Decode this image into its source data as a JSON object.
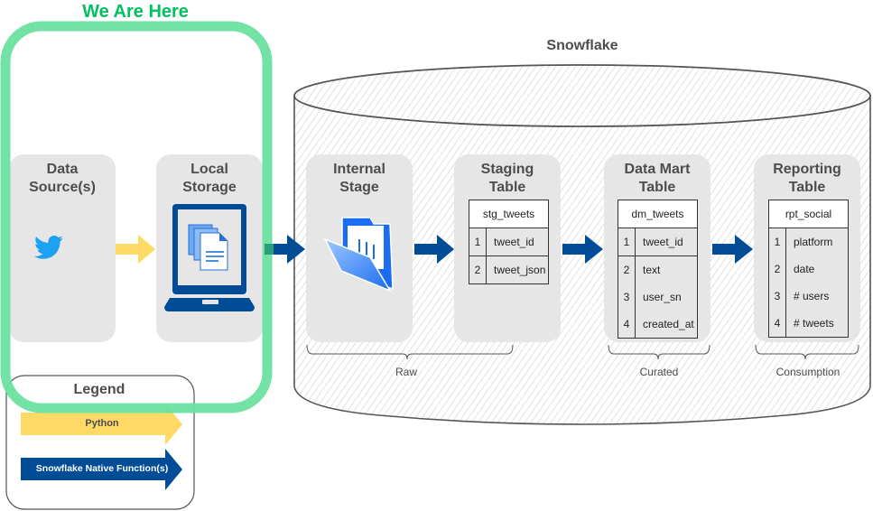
{
  "header": {
    "we_are_here": "We Are Here",
    "snowflake_title": "Snowflake"
  },
  "colors": {
    "highlight_green": "#6ae0a0",
    "highlight_text": "#00c060",
    "python_arrow": "#ffd966",
    "native_arrow": "#004c97",
    "panel_bg": "#e6e6e6",
    "twitter_blue": "#1da1f2"
  },
  "local_panels": [
    {
      "title_line1": "Data",
      "title_line2": "Source(s)",
      "icon": "twitter-bird-icon"
    },
    {
      "title_line1": "Local",
      "title_line2": "Storage",
      "icon": "laptop-documents-icon"
    }
  ],
  "snowflake_panels": [
    {
      "title_line1": "Internal",
      "title_line2": "Stage",
      "icon": "open-folder-icon"
    },
    {
      "title_line1": "Staging",
      "title_line2": "Table"
    },
    {
      "title_line1": "Data Mart",
      "title_line2": "Table"
    },
    {
      "title_line1": "Reporting",
      "title_line2": "Table"
    }
  ],
  "tables": {
    "staging": {
      "name": "stg_tweets",
      "fields": [
        {
          "num": "1",
          "name": "tweet_id"
        },
        {
          "num": "2",
          "name": "tweet_json"
        }
      ]
    },
    "datamart": {
      "name": "dm_tweets",
      "fields": [
        {
          "num": "1",
          "name": "tweet_id"
        },
        {
          "num": "2",
          "name": "text"
        },
        {
          "num": "3",
          "name": "user_sn"
        },
        {
          "num": "4",
          "name": "created_at"
        }
      ]
    },
    "reporting": {
      "name": "rpt_social",
      "fields": [
        {
          "num": "1",
          "name": "platform"
        },
        {
          "num": "2",
          "name": "date"
        },
        {
          "num": "3",
          "name": "# users"
        },
        {
          "num": "4",
          "name": "# tweets"
        }
      ]
    }
  },
  "groups": {
    "raw": "Raw",
    "curated": "Curated",
    "consumption": "Consumption"
  },
  "legend": {
    "title": "Legend",
    "python": "Python",
    "native": "Snowflake Native Function(s)"
  }
}
